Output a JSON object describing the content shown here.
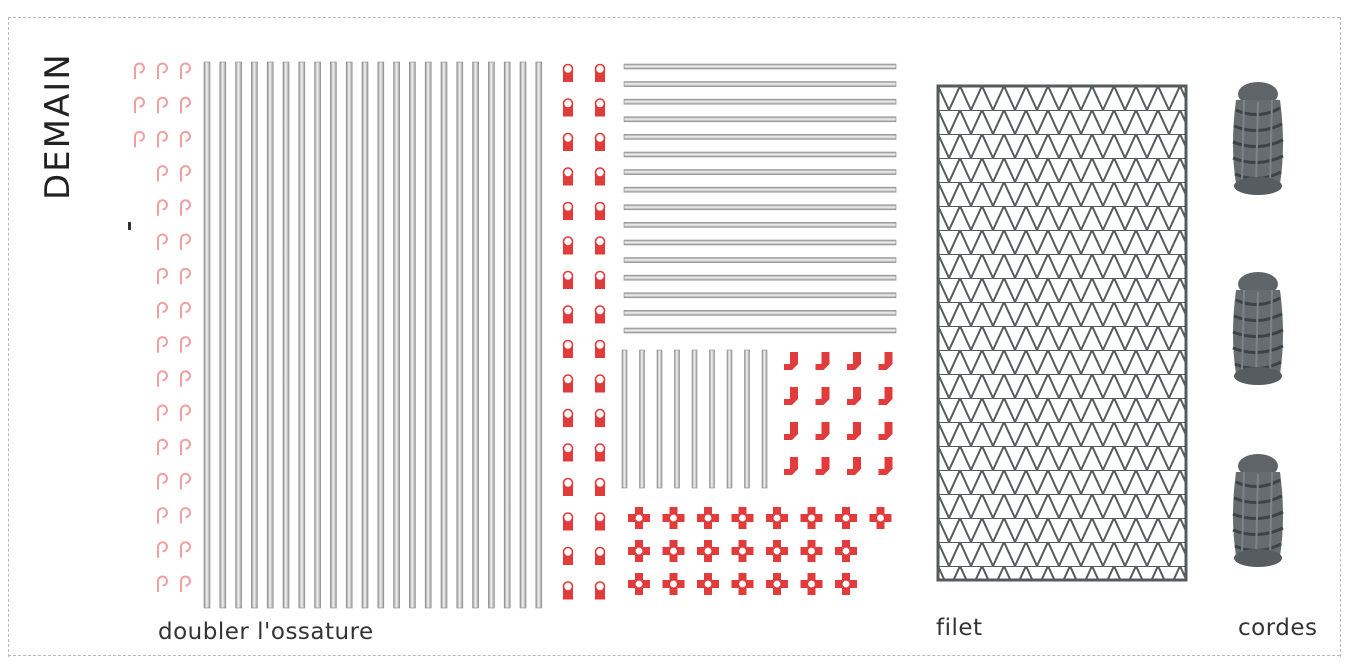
{
  "title": "DEMAIN",
  "captions": {
    "structure": "doubler l'ossature",
    "net": "filet",
    "ropes": "cordes"
  },
  "colors": {
    "accent": "#e23b3b",
    "accent_light": "#f0a0a0",
    "net": "#555a5e",
    "rope": "#62686b",
    "tube": "#9a9a9a",
    "frame": "#b9b9b9"
  },
  "counts": {
    "peg_rows": 16,
    "vertical_poles": 22,
    "horizontal_poles": 16,
    "short_vertical_poles": 9,
    "clamp_pairs": 16,
    "brackets": 16,
    "cross_connectors": 22,
    "ropes": 3
  }
}
